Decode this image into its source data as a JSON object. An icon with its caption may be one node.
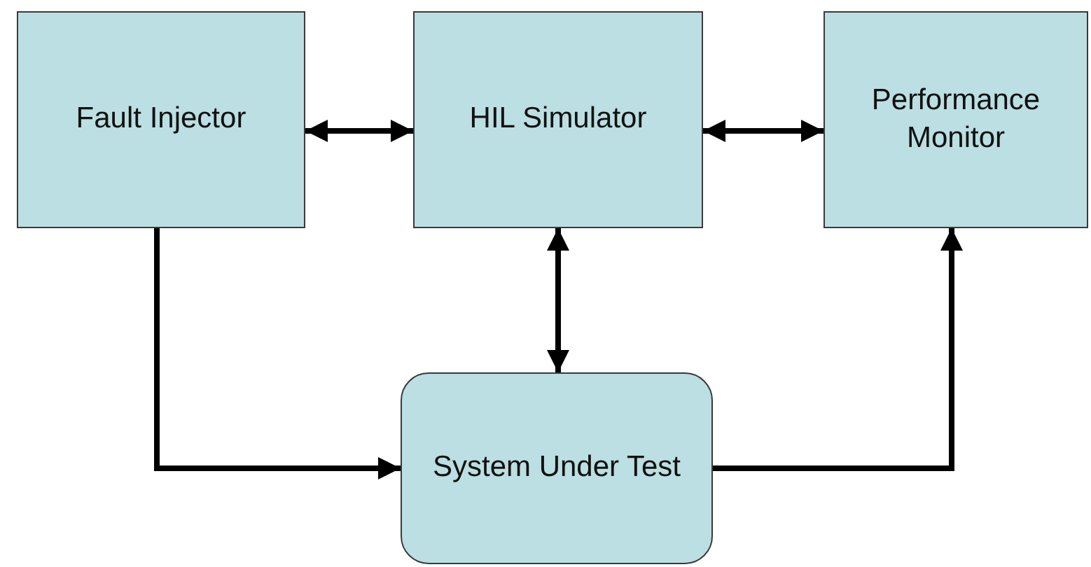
{
  "diagram": {
    "nodes": [
      {
        "text": [
          "Fault Injector"
        ]
      },
      {
        "text": [
          "HIL Simulator"
        ]
      },
      {
        "text": [
          "Performance Monitor"
        ]
      },
      {
        "text": [
          "System Under Test"
        ]
      }
    ],
    "edges": [
      {
        "from": 0,
        "to": 1,
        "arrow": "both"
      },
      {
        "from": 1,
        "to": 2,
        "arrow": "both"
      },
      {
        "from": 1,
        "to": 3,
        "arrow": "both"
      },
      {
        "from": 0,
        "to": 3,
        "arrow": "to"
      },
      {
        "from": 3,
        "to": 2,
        "arrow": "to"
      }
    ]
  }
}
